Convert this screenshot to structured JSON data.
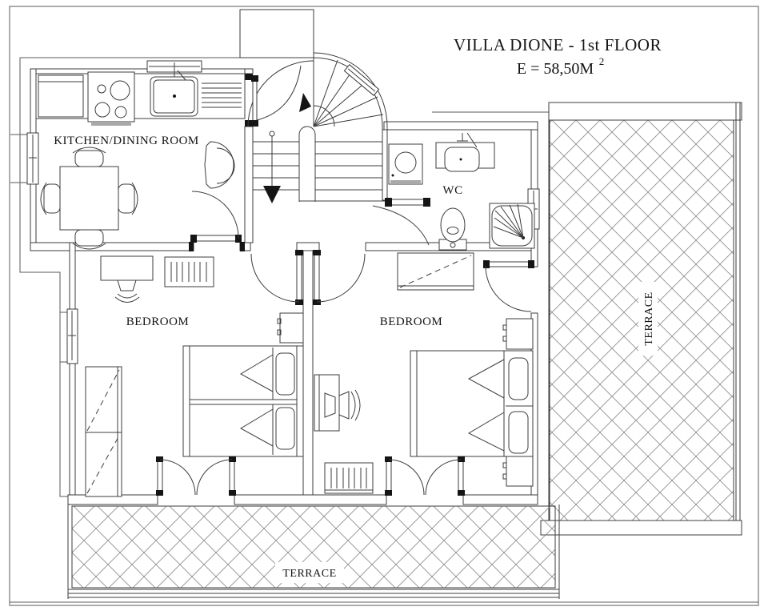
{
  "title": {
    "line1": "VILLA DIONE - 1st FLOOR",
    "area_value": "E = 58,50M",
    "area_superscript": "2"
  },
  "rooms": {
    "kitchen_dining": "KITCHEN/DINING ROOM",
    "wc": "WC",
    "bedroom_left": "BEDROOM",
    "bedroom_right": "BEDROOM",
    "terrace_bottom": "TERRACE",
    "terrace_right": "TERRACE"
  },
  "colors": {
    "line": "#3c3c3c",
    "background": "#ffffff",
    "hatch": "#8a8a8a",
    "jamb_black": "#151515"
  }
}
